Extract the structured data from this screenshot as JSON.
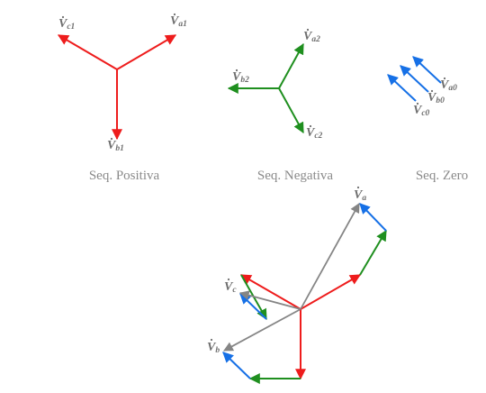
{
  "colors": {
    "red": "#ee1c1c",
    "green": "#1f8f1f",
    "blue": "#1670e6",
    "gray": "#858585",
    "label": "#6e6e6e",
    "caption": "#8a8a8a"
  },
  "captions": {
    "positive": "Seq. Positiva",
    "negative": "Seq. Negativa",
    "zero": "Seq. Zero"
  },
  "labels": {
    "va1": {
      "base": "V",
      "sub": "a1"
    },
    "vb1": {
      "base": "V",
      "sub": "b1"
    },
    "vc1": {
      "base": "V",
      "sub": "c1"
    },
    "va2": {
      "base": "V",
      "sub": "a2"
    },
    "vb2": {
      "base": "V",
      "sub": "b2"
    },
    "vc2": {
      "base": "V",
      "sub": "c2"
    },
    "va0": {
      "base": "V",
      "sub": "a0"
    },
    "vb0": {
      "base": "V",
      "sub": "b0"
    },
    "vc0": {
      "base": "V",
      "sub": "c0"
    },
    "va": {
      "base": "V",
      "sub": "a"
    },
    "vb": {
      "base": "V",
      "sub": "b"
    },
    "vc": {
      "base": "V",
      "sub": "c"
    }
  }
}
